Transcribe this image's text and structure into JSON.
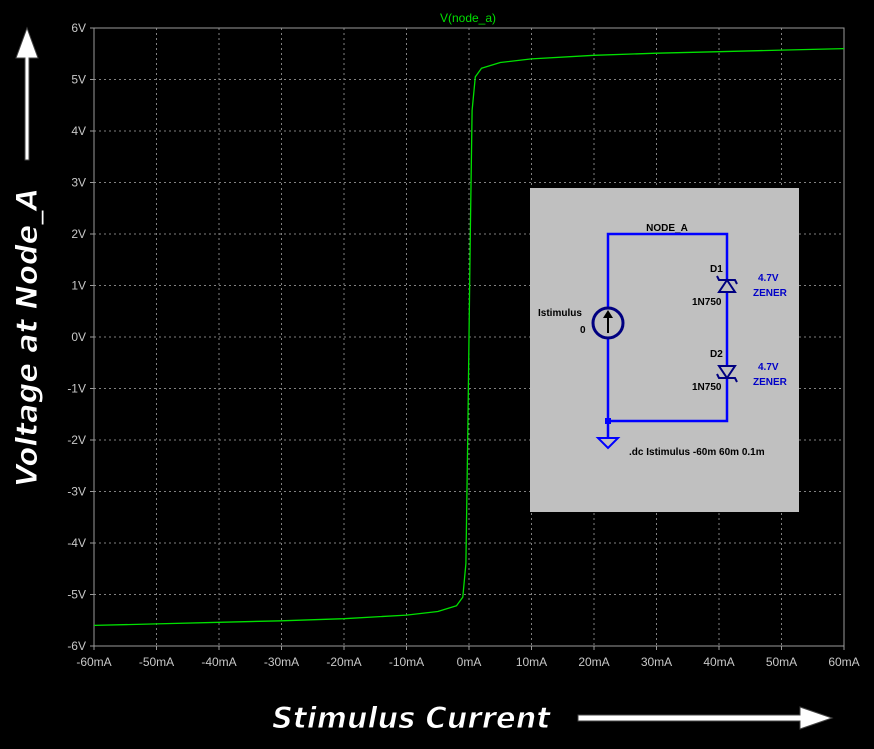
{
  "chart_data": {
    "type": "line",
    "title": "V(node_a)",
    "xlabel": "Stimulus Current",
    "ylabel": "Voltage at Node_A",
    "xlim": [
      -60,
      60
    ],
    "ylim": [
      -6,
      6
    ],
    "x_unit": "mA",
    "y_unit": "V",
    "x_ticks": [
      "-60mA",
      "-50mA",
      "-40mA",
      "-30mA",
      "-20mA",
      "-10mA",
      "0mA",
      "10mA",
      "20mA",
      "30mA",
      "40mA",
      "50mA",
      "60mA"
    ],
    "y_ticks": [
      "6V",
      "5V",
      "4V",
      "3V",
      "2V",
      "1V",
      "0V",
      "-1V",
      "-2V",
      "-3V",
      "-4V",
      "-5V",
      "-6V"
    ],
    "grid": true,
    "series": [
      {
        "name": "V(node_a)",
        "color": "#00e000",
        "x": [
          -60,
          -50,
          -40,
          -30,
          -20,
          -10,
          -5,
          -2,
          -1,
          -0.5,
          -0.2,
          0,
          0.2,
          0.5,
          1,
          2,
          5,
          10,
          20,
          30,
          40,
          50,
          60
        ],
        "y": [
          -5.6,
          -5.57,
          -5.54,
          -5.51,
          -5.47,
          -5.4,
          -5.33,
          -5.22,
          -5.05,
          -4.4,
          -2.0,
          0,
          2.0,
          4.4,
          5.05,
          5.22,
          5.33,
          5.4,
          5.47,
          5.51,
          5.54,
          5.57,
          5.6
        ]
      }
    ]
  },
  "inset": {
    "node_label": "NODE_A",
    "source_name": "Istimulus",
    "source_value": "0",
    "d1_name": "D1",
    "d1_model": "1N750",
    "d1_note_1": "4.7V",
    "d1_note_2": "ZENER",
    "d2_name": "D2",
    "d2_model": "1N750",
    "d2_note_1": "4.7V",
    "d2_note_2": "ZENER",
    "directive": ".dc Istimulus -60m 60m 0.1m"
  },
  "colors": {
    "background": "#000000",
    "grid": "#808080",
    "trace": "#00e000",
    "inset_bg": "#c0c0c0",
    "wire": "#0000ff"
  }
}
